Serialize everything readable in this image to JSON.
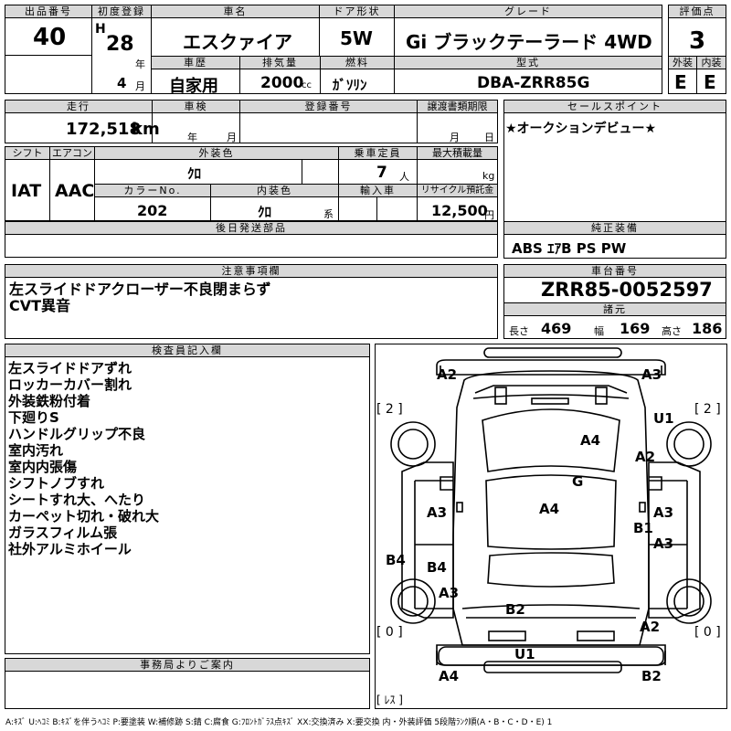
{
  "header": {
    "lot_label": "出品番号",
    "lot_value": "40",
    "first_reg_label": "初度登録",
    "era": "H",
    "year": "28",
    "year_unit": "年",
    "month": "4",
    "month_unit": "月",
    "car_name_label": "車名",
    "car_name": "エスクァイア",
    "door_label": "ドア形状",
    "door": "5W",
    "grade_label": "グレード",
    "grade": "Gi ブラックテーラード 4WD",
    "score_label": "評価点",
    "score": "3",
    "history_label": "車歴",
    "history": "自家用",
    "displacement_label": "排気量",
    "displacement": "2000",
    "displacement_unit": "cc",
    "fuel_label": "燃料",
    "fuel": "ｶﾞｿﾘﾝ",
    "model_label": "型式",
    "model": "DBA-ZRR85G",
    "ext_label": "外装",
    "ext_grade": "E",
    "int_label": "内装",
    "int_grade": "E"
  },
  "row2": {
    "mileage_label": "走行",
    "mileage": "172,518",
    "mileage_unit": "km",
    "inspection_label": "車検",
    "year_unit": "年",
    "month_unit": "月",
    "reg_no_label": "登録番号",
    "transfer_label": "譲渡書類期限",
    "transfer_month": "月",
    "transfer_day": "日",
    "sales_label": "セールスポイント",
    "sales_text": "★オークションデビュー★"
  },
  "row3": {
    "shift_label": "シフト",
    "shift": "IAT",
    "ac_label": "エアコン",
    "ac": "AAC",
    "ext_color_label": "外装色",
    "ext_color": "ｸﾛ",
    "capacity_label": "乗車定員",
    "capacity": "7",
    "capacity_unit": "人",
    "max_load_label": "最大積載量",
    "max_load_unit": "kg",
    "color_no_label": "カラーNo.",
    "color_no": "202",
    "int_color_label": "内装色",
    "int_color": "ｸﾛ",
    "int_color_unit": "系",
    "import_label": "輸入車",
    "recycle_label": "リサイクル預託金",
    "recycle": "12,500",
    "recycle_unit": "円"
  },
  "later_parts_label": "後日発送部品",
  "equipment_label": "純正装備",
  "equipment": "ABS ｴｱB PS PW",
  "notes_label": "注意事項欄",
  "notes": [
    "左スライドドアクローザー不良閉まらず",
    "CVT異音"
  ],
  "chassis_label": "車台番号",
  "chassis": "ZRR85-0052597",
  "spec_label": "諸元",
  "length_label": "長さ",
  "length": "469",
  "width_label": "幅",
  "width": "169",
  "height_label": "高さ",
  "height": "186",
  "inspector_label": "検査員記入欄",
  "inspector_notes": [
    "左スライドドアずれ",
    "ロッカーカバー割れ",
    "外装鉄粉付着",
    "下廻りS",
    "ハンドルグリップ不良",
    "室内汚れ",
    "室内内張傷",
    "シフトノブすれ",
    "シートすれ大、へたり",
    "カーペット切れ・破れ大",
    "ガラスフィルム張",
    "社外アルミホイール"
  ],
  "office_label": "事務局よりご案内",
  "diagram": {
    "marks": [
      "A2",
      "A3",
      "U1",
      "A4",
      "A2",
      "G",
      "A4",
      "A3",
      "A3",
      "B1",
      "A3",
      "B4",
      "B4",
      "A3",
      "B2",
      "A2",
      "U1",
      "A4",
      "B2"
    ],
    "tires": [
      "[ 2 ]",
      "[ 2 ]",
      "[ 0 ]",
      "[ 0 ]",
      "[ ﾚｽ ]"
    ]
  },
  "legend": "A:ｷｽﾞ U:ﾍｺﾐ B:ｷｽﾞを伴うﾍｺﾐ P:要塗装 W:補修跡 S:錆 C:腐食 G:ﾌﾛﾝﾄｶﾞﾗｽ点ｷｽﾞ XX:交換済み X:要交換 内・外装評価 5段階ﾗﾝｸ順(A・B・C・D・E) 1"
}
